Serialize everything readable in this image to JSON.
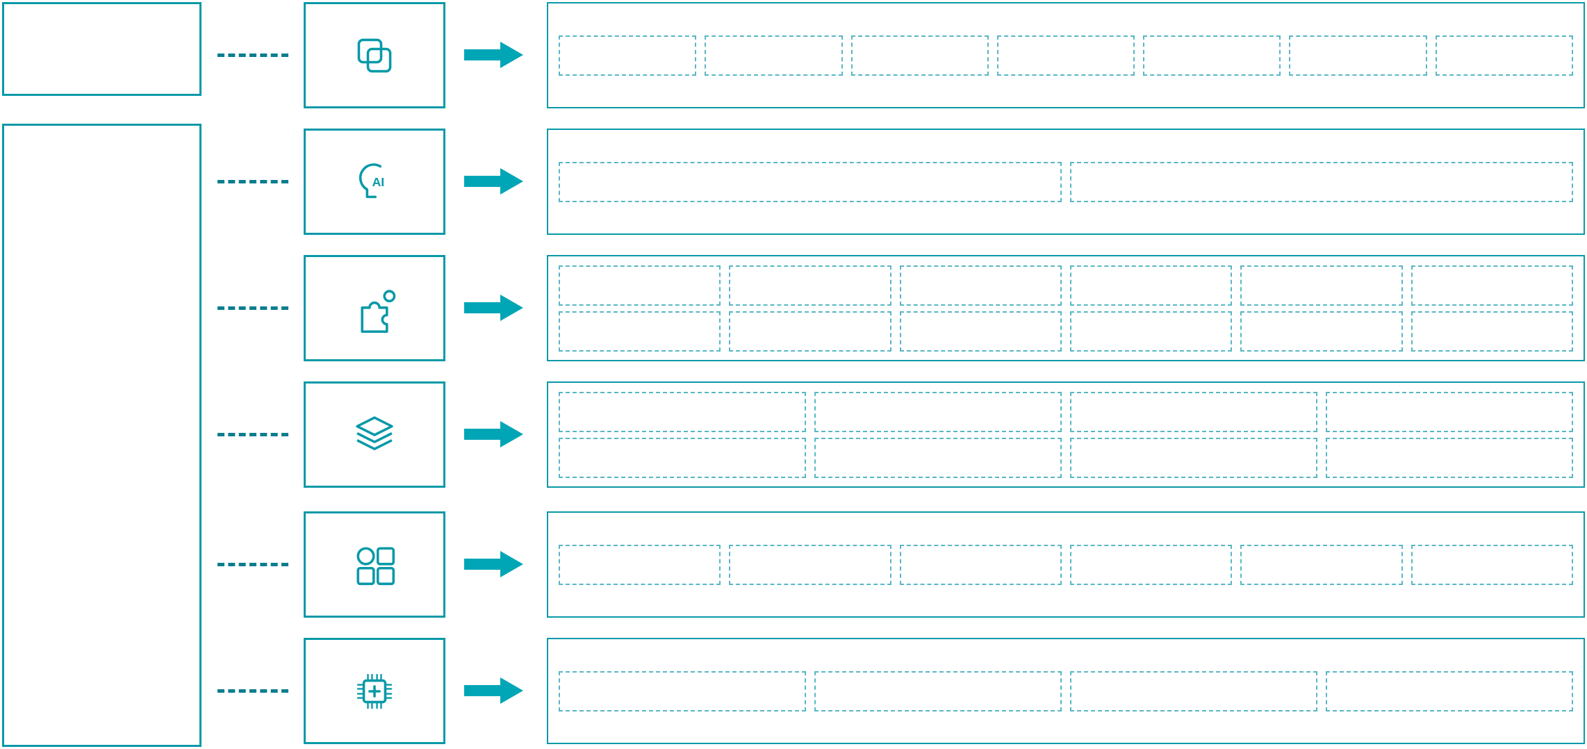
{
  "palette": {
    "teal": "#0999a8",
    "teal_light": "#58b7c4",
    "teal_dark": "#0b7d8f",
    "arrow": "#00a6b6",
    "background": "#ffffff"
  },
  "left_panel": {
    "top_box_text": "",
    "main_box_text": ""
  },
  "rows": [
    {
      "icon": "overlapping-squares-icon",
      "slot_count": 7,
      "columns": 7
    },
    {
      "icon": "ai-head-icon",
      "icon_text": "AI",
      "slot_count": 2,
      "columns": 2
    },
    {
      "icon": "puzzle-icon",
      "slot_count": 12,
      "columns": 6
    },
    {
      "icon": "layers-icon",
      "slot_count": 8,
      "columns": 4
    },
    {
      "icon": "app-grid-icon",
      "slot_count": 6,
      "columns": 6
    },
    {
      "icon": "chip-plus-icon",
      "slot_count": 4,
      "columns": 4
    }
  ]
}
